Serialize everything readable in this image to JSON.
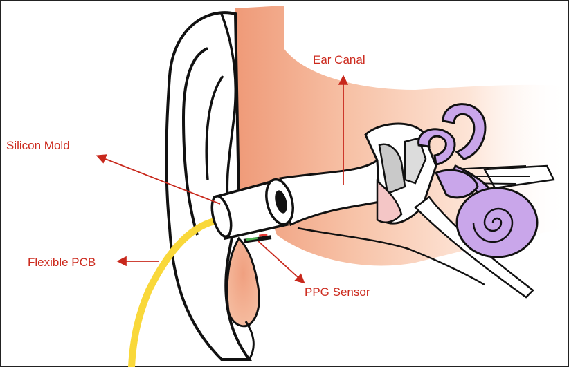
{
  "labels": {
    "ear_canal": "Ear Canal",
    "silicon_mold": "Silicon Mold",
    "flexible_pcb": "Flexible PCB",
    "ppg_sensor": "PPG Sensor"
  },
  "colors": {
    "label_text": "#cc2a1e",
    "arrow": "#c8281c",
    "tissue": "#f2a585",
    "inner_ear": "#c9a6ea",
    "pcb": "#f9d83a",
    "outline": "#111111"
  }
}
